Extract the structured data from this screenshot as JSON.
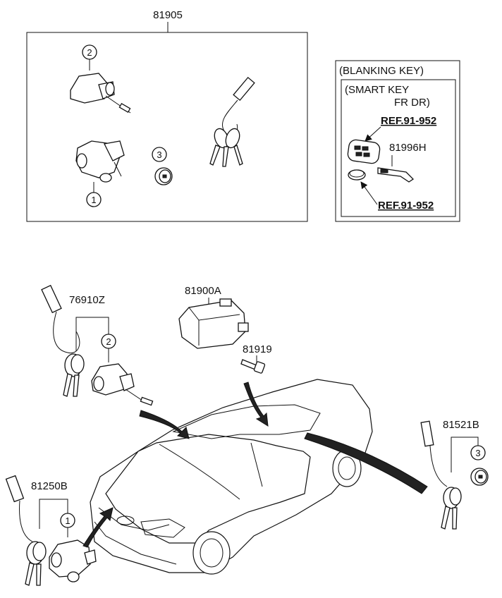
{
  "top_kit": {
    "part_number": "81905",
    "callouts": [
      "2",
      "3",
      "1"
    ]
  },
  "blanking_box": {
    "title": "(BLANKING KEY)",
    "inner_title_line1": "(SMART KEY",
    "inner_title_line2": "FR DR)",
    "ref_top": "REF.91-952",
    "ref_bottom": "REF.91-952",
    "part_number": "81996H"
  },
  "door_lock": {
    "part_number": "76910Z",
    "callout": "2"
  },
  "immobilizer": {
    "part_number": "81900A",
    "screw_part_number": "81919"
  },
  "glove_box": {
    "part_number": "81521B",
    "callout": "3"
  },
  "trunk_lock": {
    "part_number": "81250B",
    "callout": "1"
  }
}
